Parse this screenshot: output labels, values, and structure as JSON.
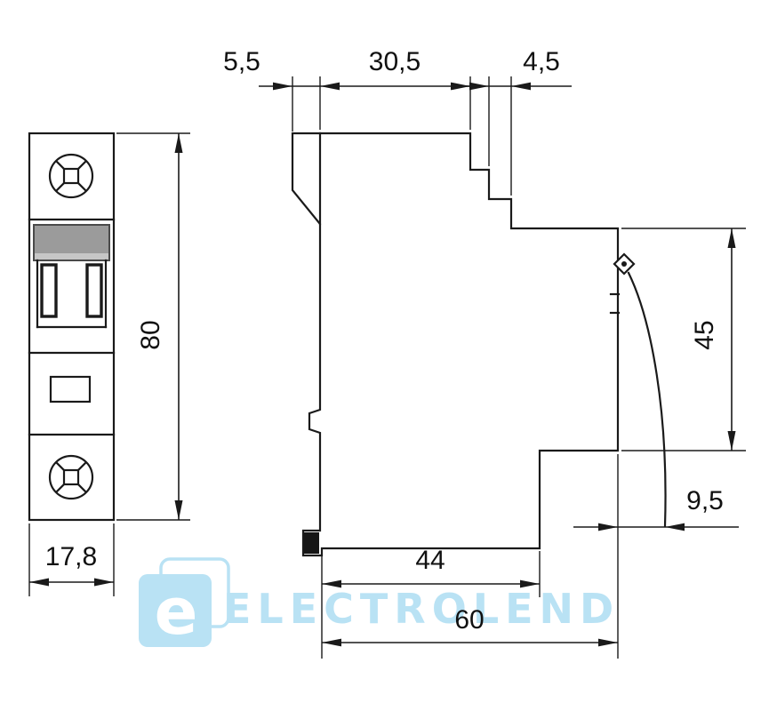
{
  "dimensions": {
    "front_height": "80",
    "front_width": "17,8",
    "side_top_left": "5,5",
    "side_top_middle": "30,5",
    "side_top_right": "4,5",
    "side_height": "45",
    "side_offset": "9,5",
    "side_bottom_inner": "44",
    "side_bottom_outer": "60"
  },
  "watermark": {
    "logo_letter": "e",
    "brand": "ELECTROLEND"
  },
  "colors": {
    "line": "#1a1a1a",
    "terminal_gray": "#9b9b9b",
    "terminal_gray_light": "#c6c6c6",
    "watermark_blue": "#b9e2f4",
    "background": "#ffffff"
  }
}
